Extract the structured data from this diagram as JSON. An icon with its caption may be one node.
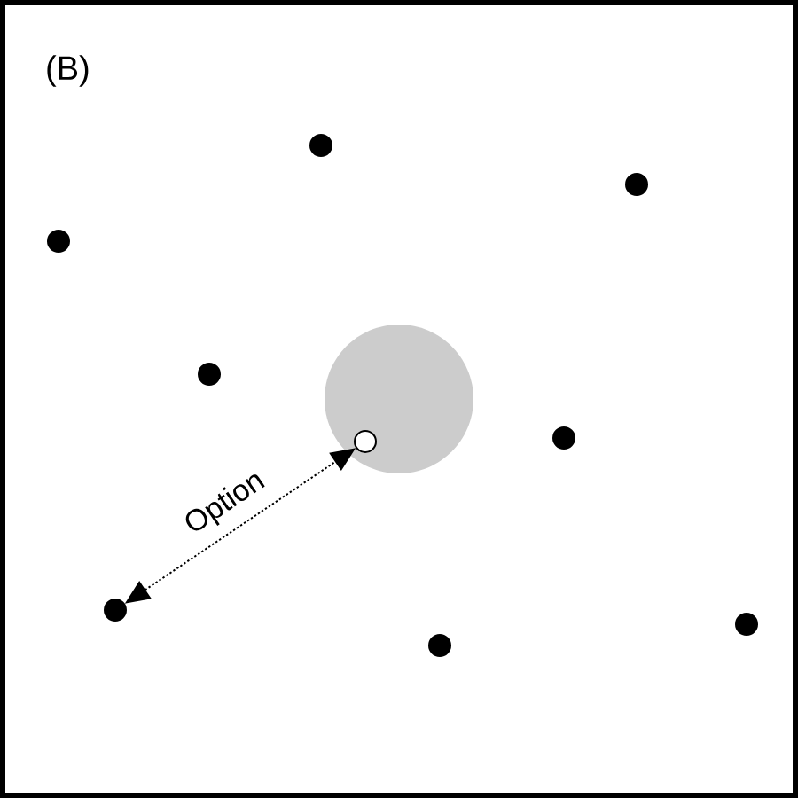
{
  "diagram": {
    "nodes": [
      {
        "text": [],
        "shape": "circle"
      },
      {
        "text": [],
        "shape": "circle",
        "in": 0
      },
      {
        "text": [],
        "shape": "circle"
      },
      {
        "text": [],
        "shape": "circle"
      },
      {
        "text": [],
        "shape": "circle"
      },
      {
        "text": [],
        "shape": "circle"
      },
      {
        "text": [],
        "shape": "circle"
      },
      {
        "text": [],
        "shape": "circle"
      },
      {
        "text": [],
        "shape": "circle"
      },
      {
        "text": [],
        "shape": "circle"
      }
    ],
    "edges": [
      {
        "from": 3,
        "to": 1,
        "arrow": "both",
        "style": "dashed",
        "label": "Option"
      }
    ],
    "labels": [
      "(B)"
    ]
  }
}
